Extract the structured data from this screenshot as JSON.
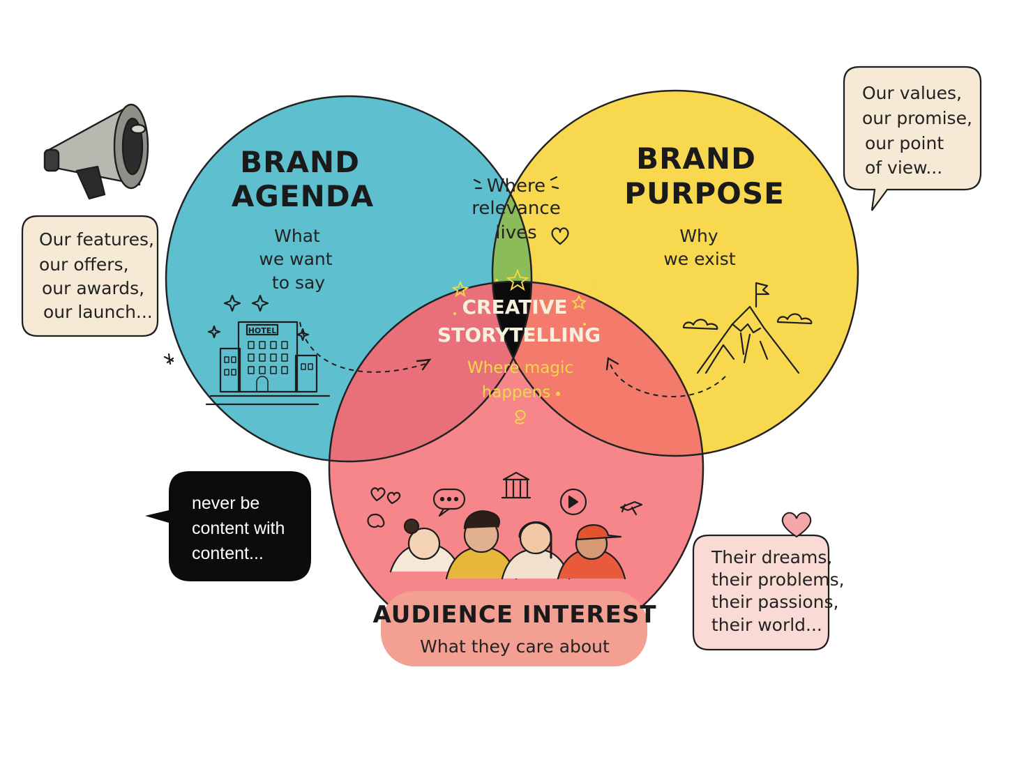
{
  "colors": {
    "agenda": "#5ebfcf",
    "purpose": "#f7d84f",
    "audience": "#f6868a",
    "relevance": "#8cbc5a",
    "agenda_audience": "#e9707a",
    "purpose_audience": "#f47a6c",
    "center": "#0b0b0b",
    "note_bg": "#f6ead6",
    "note_pink_bg": "#f9dad4",
    "audience_label_bg": "#f3a093"
  },
  "circles": {
    "agenda": {
      "title_line1": "BRAND",
      "title_line2": "AGENDA",
      "sub_line1": "What",
      "sub_line2": "we want",
      "sub_line3": "to say"
    },
    "purpose": {
      "title_line1": "BRAND",
      "title_line2": "PURPOSE",
      "sub_line1": "Why",
      "sub_line2": "we exist"
    },
    "audience": {
      "title": "AUDIENCE INTEREST",
      "subtitle": "What they care about"
    }
  },
  "overlap_relevance": {
    "line1": "Where",
    "line2": "relevance",
    "line3": "lives"
  },
  "center": {
    "title_line1": "CREATIVE",
    "title_line2": "STORYTELLING",
    "sub_line1": "Where magic",
    "sub_line2": "happens"
  },
  "notes": {
    "features": [
      "Our features,",
      "our offers,",
      "our awards,",
      "our launch..."
    ],
    "values": [
      "Our values,",
      "our promise,",
      "our point",
      "of view..."
    ],
    "content": [
      "never be",
      "content with",
      "content..."
    ],
    "dreams": [
      "Their dreams,",
      "their problems,",
      "their passions,",
      "their world..."
    ]
  },
  "illustrations": {
    "hotel_sign": "HOTEL",
    "megaphone": "megaphone-icon",
    "hotel": "hotel-icon",
    "mountain": "mountain-flag-icon",
    "people": "people-group-icon"
  }
}
